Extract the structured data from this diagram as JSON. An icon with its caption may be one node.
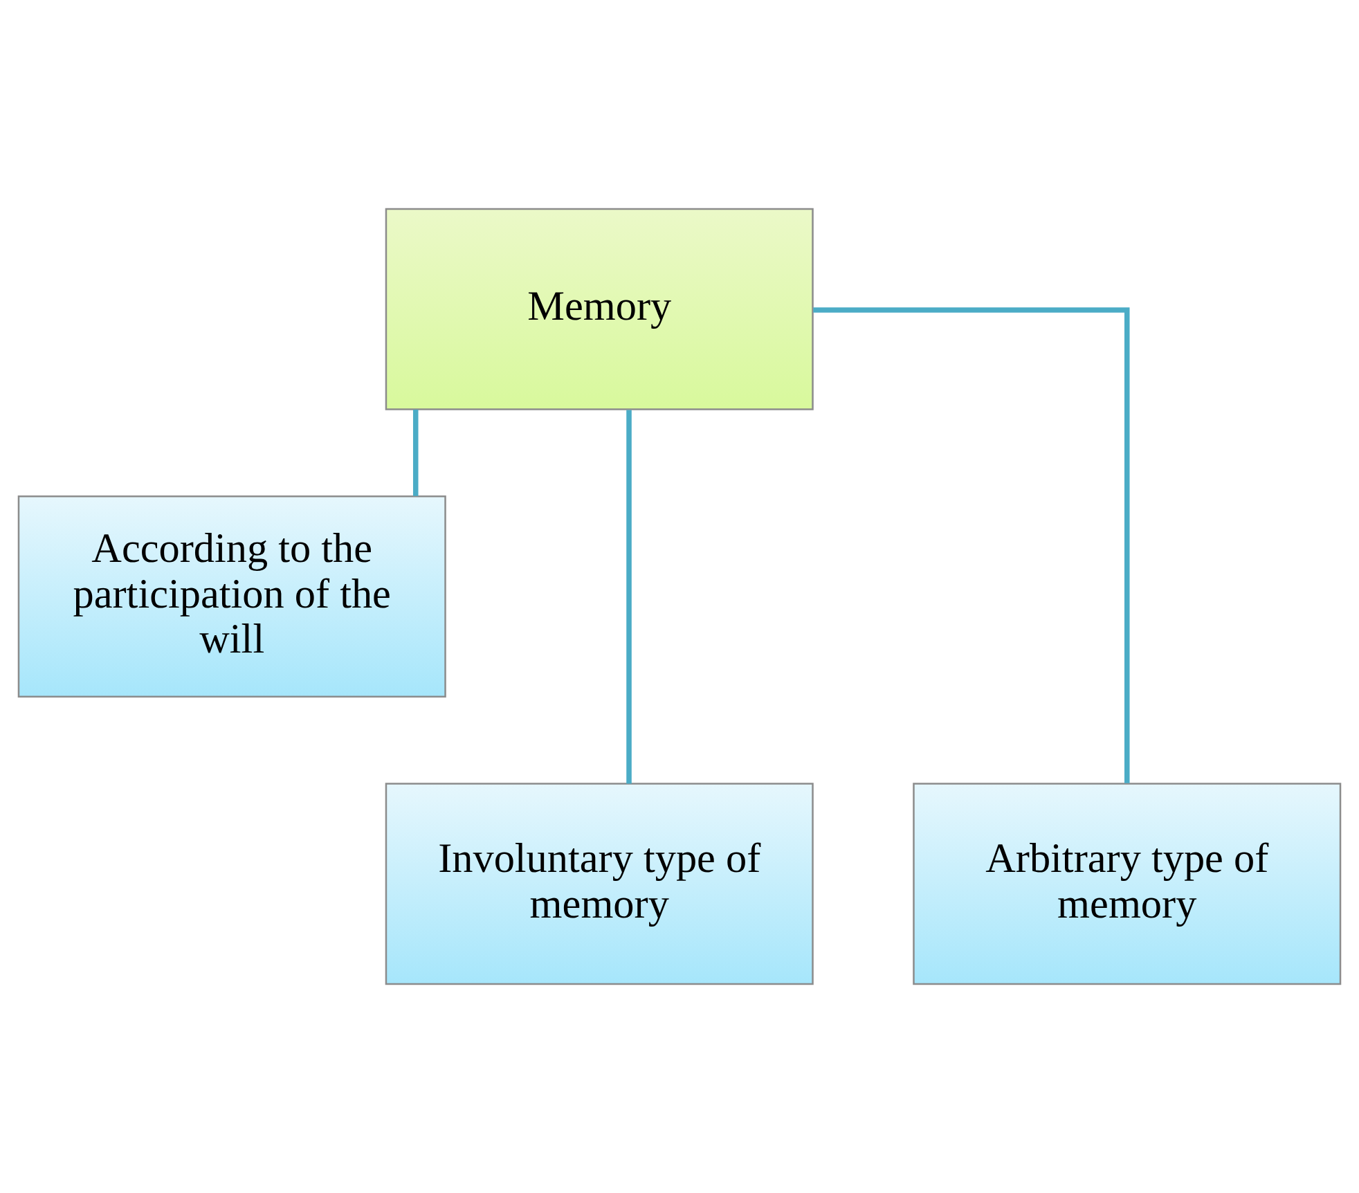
{
  "diagram": {
    "nodes": [
      {
        "text": [
          "Memory"
        ]
      },
      {
        "text": [
          "According to the participation of the will"
        ]
      },
      {
        "text": [
          "Involuntary type of memory"
        ]
      },
      {
        "text": [
          "Arbitrary type of memory"
        ]
      }
    ],
    "edges": [
      {
        "from": 0,
        "to": 1,
        "arrow": "none"
      },
      {
        "from": 0,
        "to": 2,
        "arrow": "none"
      },
      {
        "from": 0,
        "to": 3,
        "arrow": "none"
      }
    ]
  }
}
